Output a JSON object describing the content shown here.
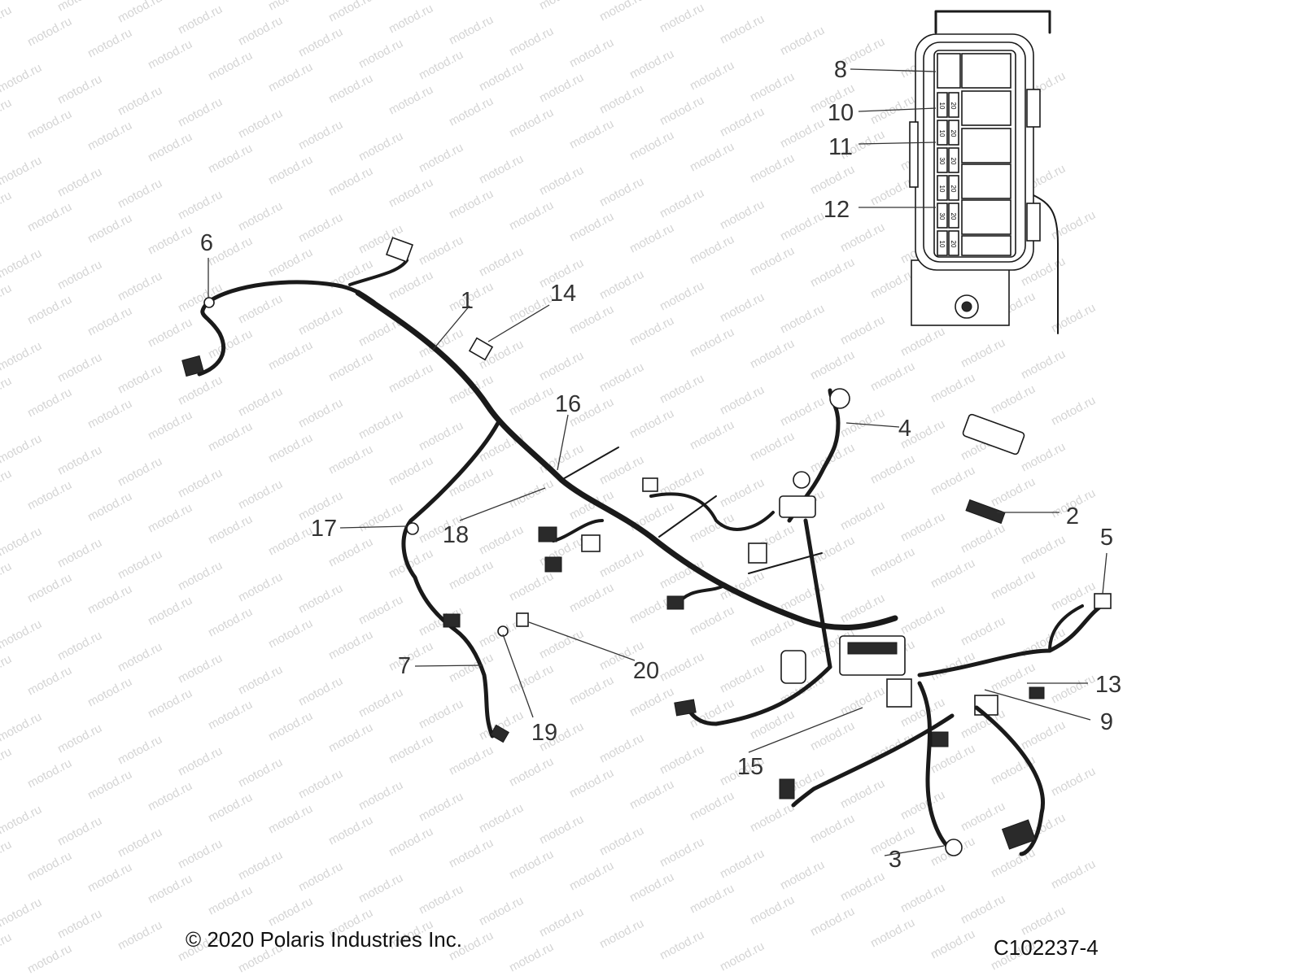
{
  "watermark": "motod.ru",
  "callouts": [
    "1",
    "2",
    "3",
    "4",
    "5",
    "6",
    "7",
    "8",
    "9",
    "10",
    "11",
    "12",
    "13",
    "14",
    "15",
    "16",
    "17",
    "18",
    "19",
    "20"
  ],
  "fuse_labels": [
    "10",
    "20",
    "10",
    "20",
    "30",
    "20",
    "10",
    "20",
    "30",
    "20",
    "10",
    "20"
  ],
  "footer": {
    "copyright": "© 2020 Polaris Industries Inc.",
    "figure_code": "C102237-4"
  }
}
